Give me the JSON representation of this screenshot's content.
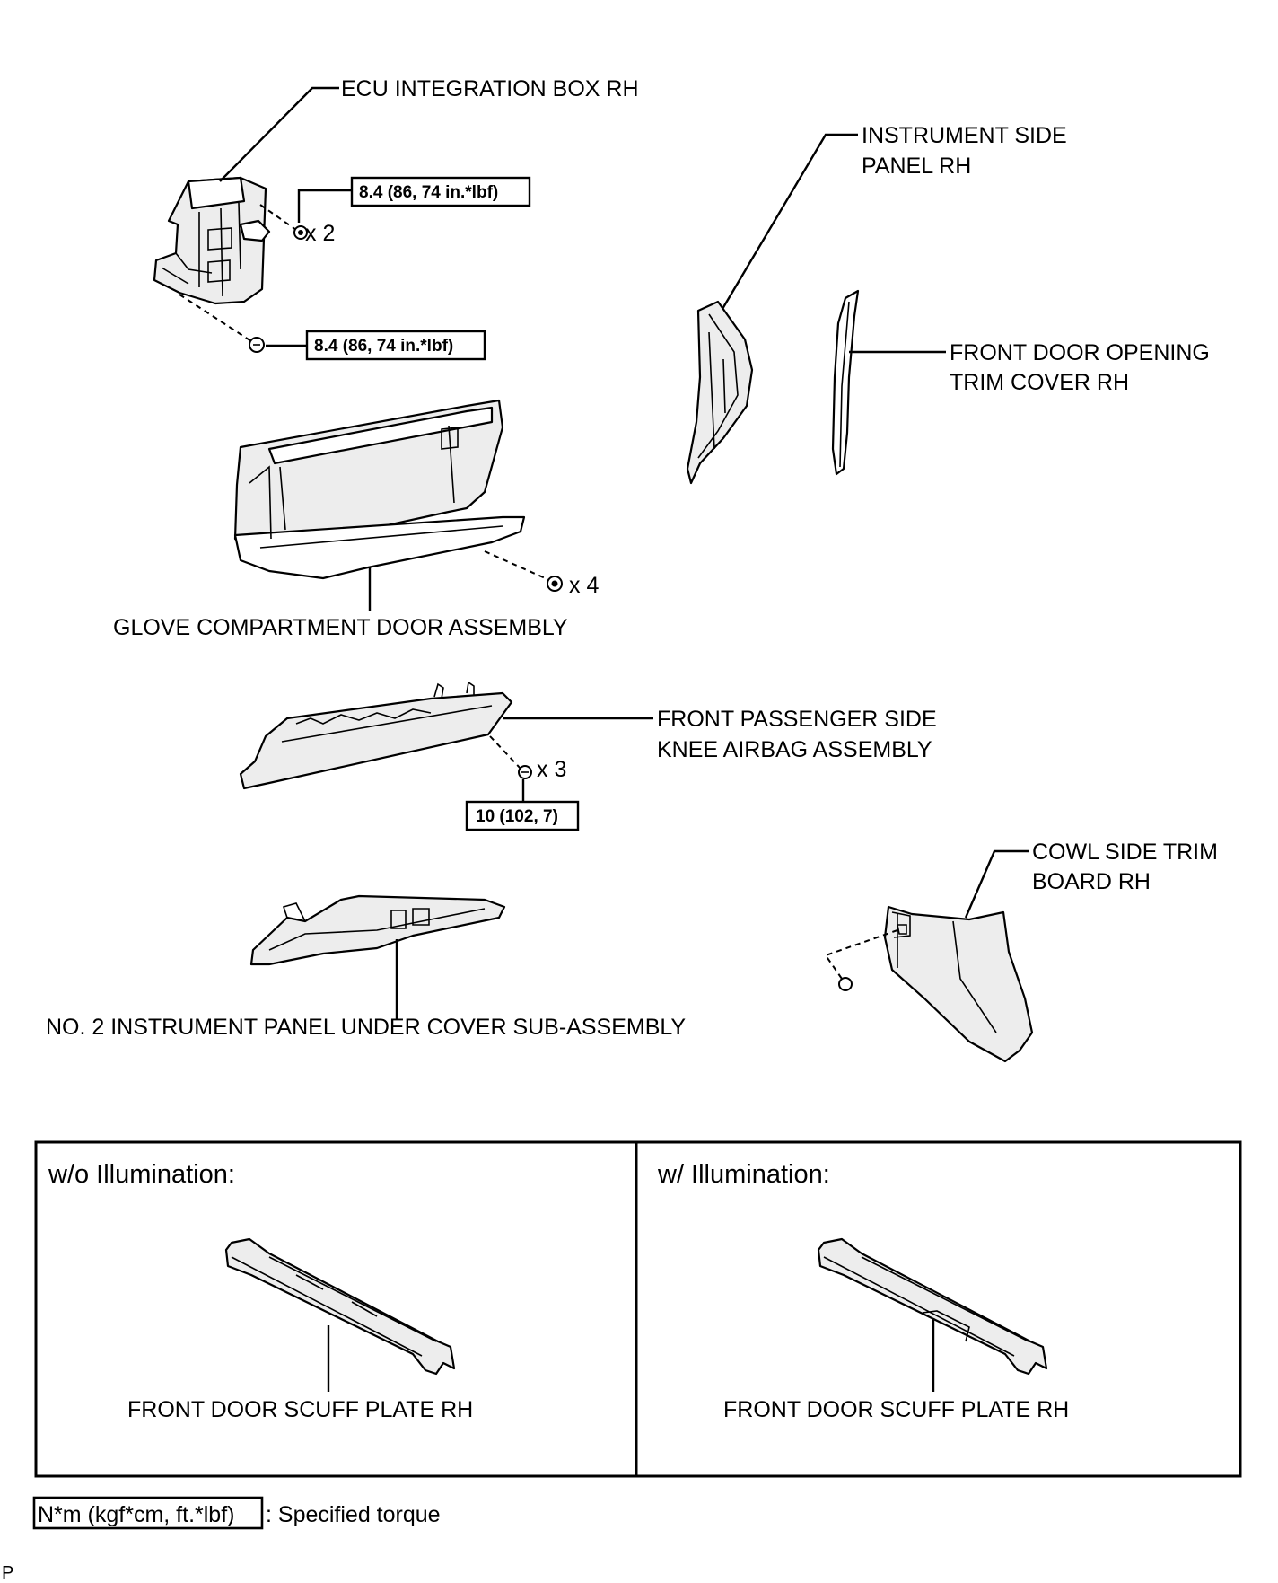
{
  "labels": {
    "ecu_box": "ECU INTEGRATION BOX RH",
    "instrument_side_panel_1": "INSTRUMENT SIDE",
    "instrument_side_panel_2": "PANEL RH",
    "door_opening_trim_1": "FRONT DOOR OPENING",
    "door_opening_trim_2": "TRIM COVER RH",
    "glove_compartment": "GLOVE COMPARTMENT DOOR ASSEMBLY",
    "knee_airbag_1": "FRONT PASSENGER SIDE",
    "knee_airbag_2": "KNEE AIRBAG ASSEMBLY",
    "cowl_trim_1": "COWL SIDE TRIM",
    "cowl_trim_2": "BOARD RH",
    "under_cover": "NO. 2 INSTRUMENT PANEL UNDER COVER SUB-ASSEMBLY"
  },
  "torques": {
    "ecu_upper": "8.4 (86, 74 in.*lbf)",
    "ecu_lower": "8.4 (86, 74 in.*lbf)",
    "airbag": "10 (102, 7)"
  },
  "quantities": {
    "ecu_nuts": "x 2",
    "glove_screws": "x 4",
    "airbag_bolts": "x 3"
  },
  "variants": {
    "left_title": "w/o Illumination:",
    "left_part": "FRONT DOOR SCUFF PLATE RH",
    "right_title": "w/ Illumination:",
    "right_part": "FRONT DOOR SCUFF PLATE RH"
  },
  "legend": {
    "box_text": "N*m (kgf*cm, ft.*lbf)",
    "description": ": Specified torque"
  },
  "corner_code": "P"
}
